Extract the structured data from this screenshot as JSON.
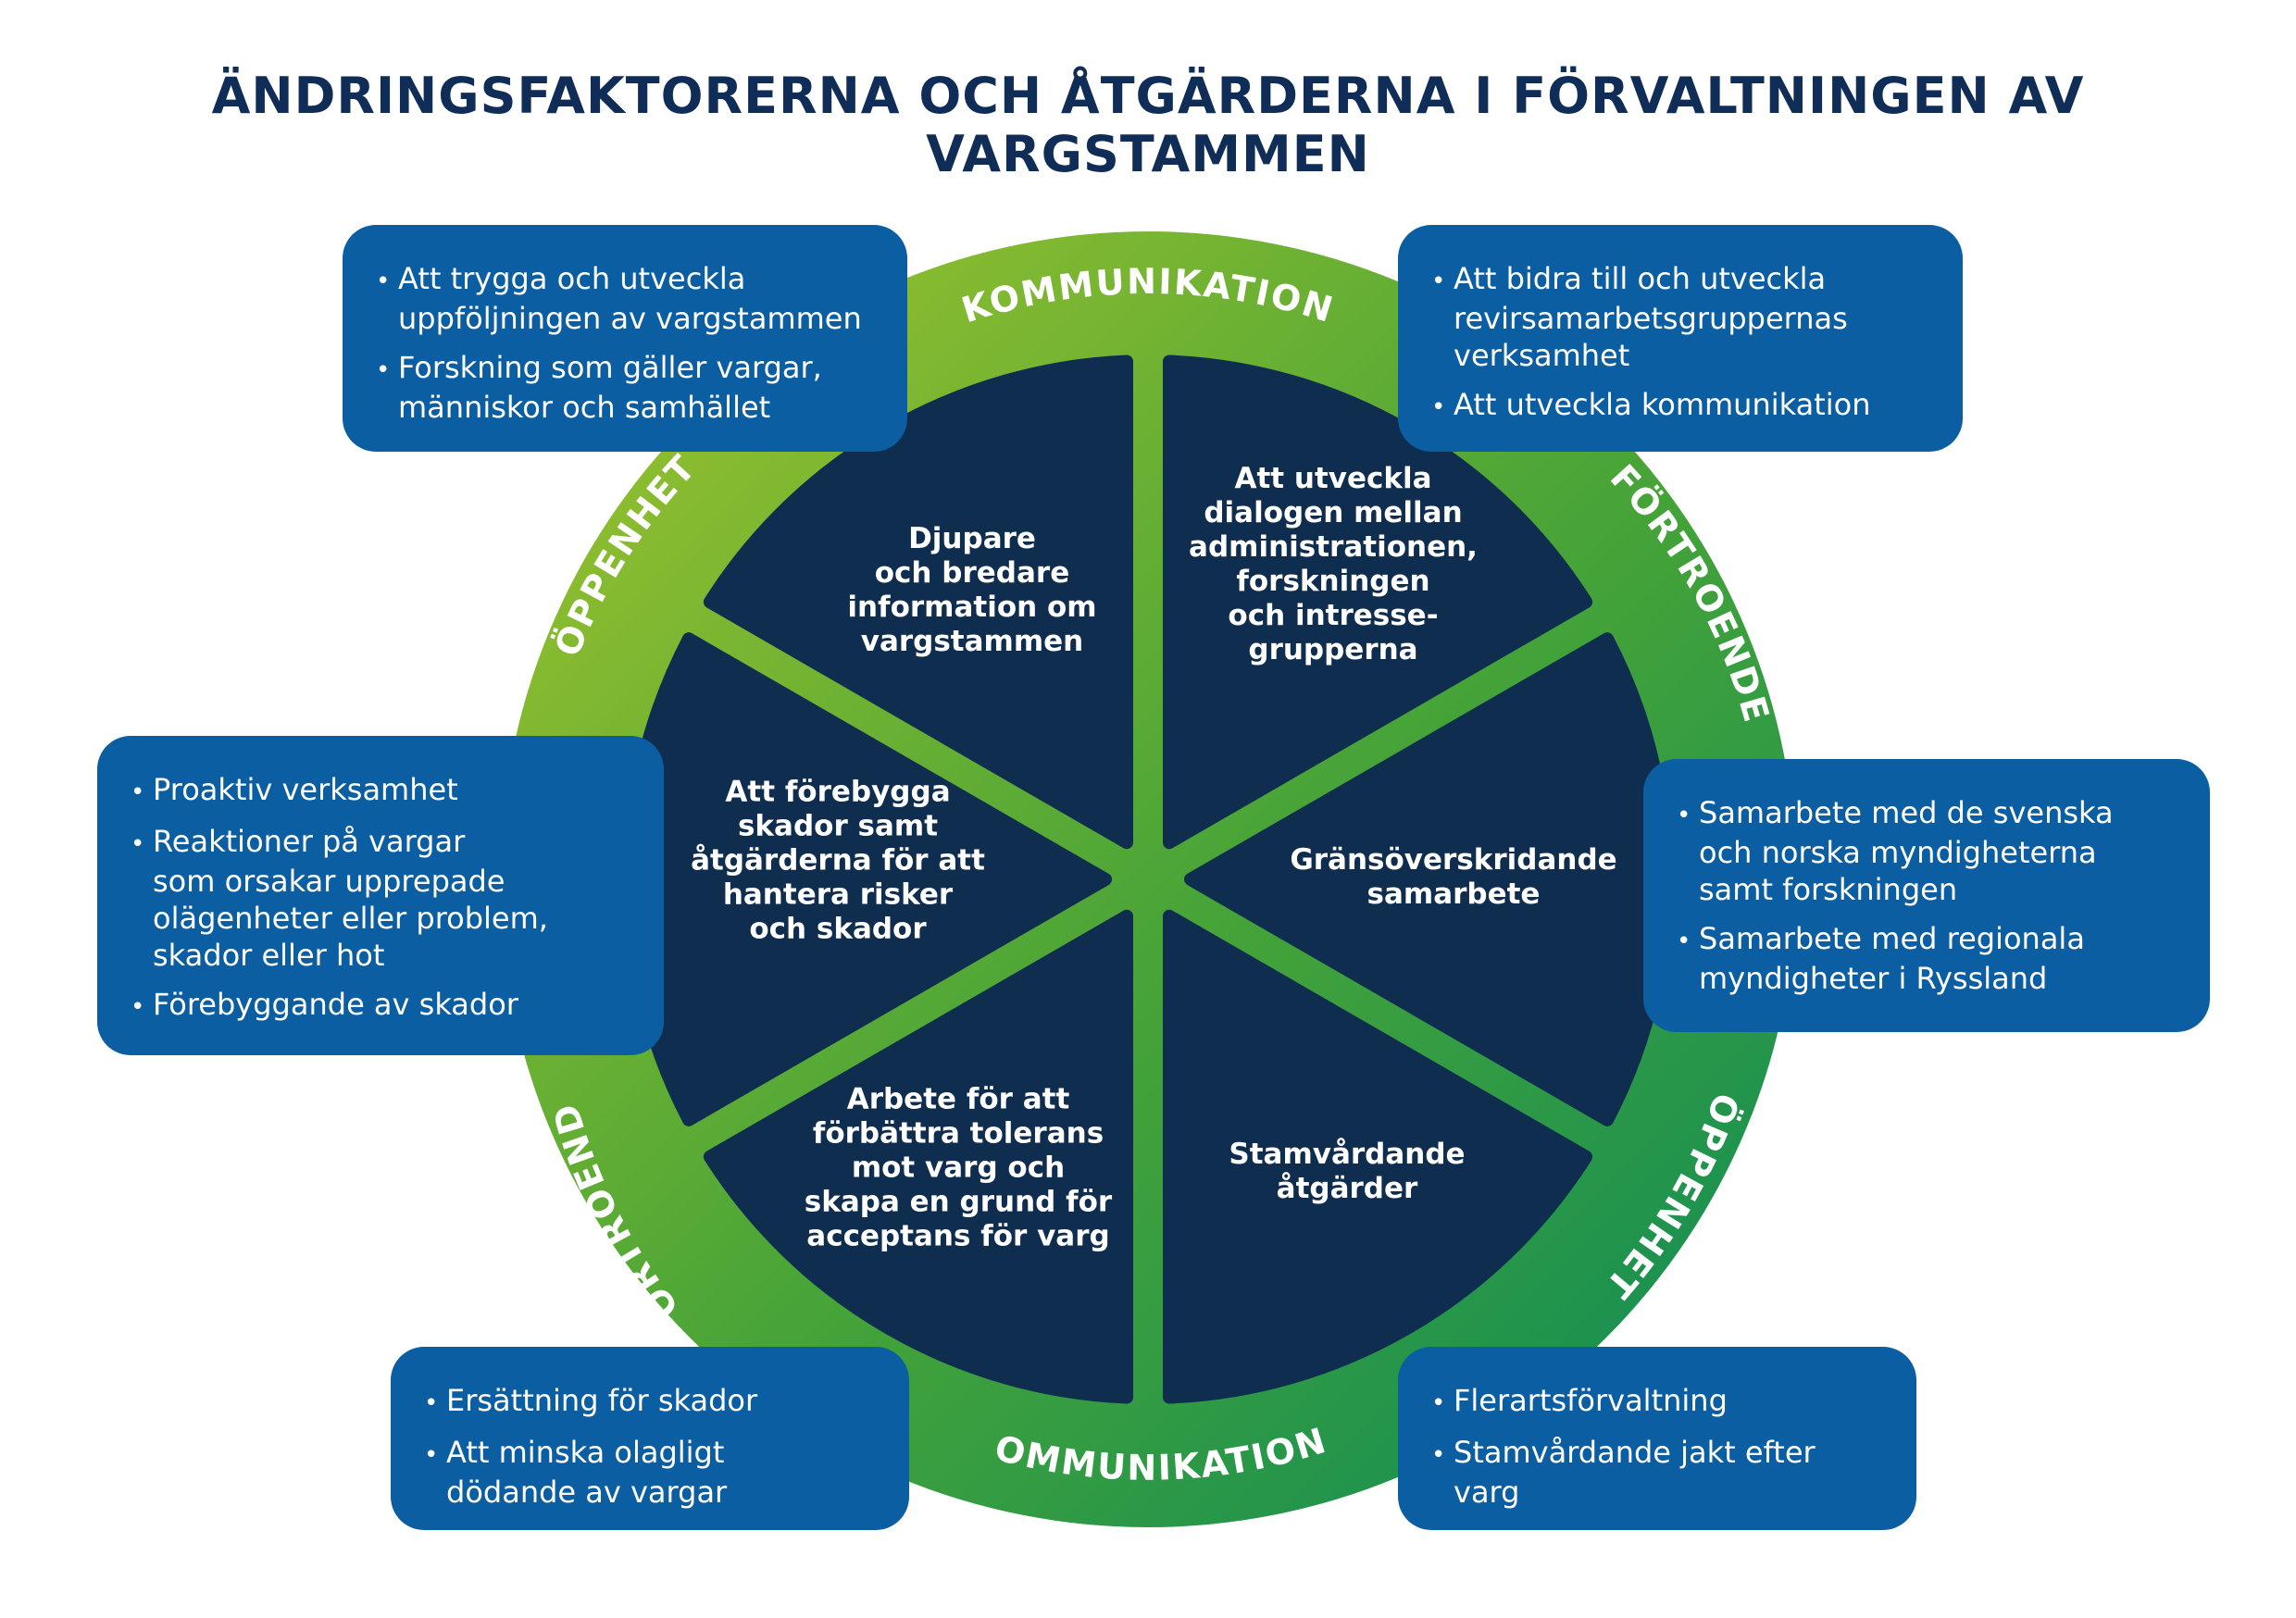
{
  "title": "ÄNDRINGSFAKTORERNA OCH ÅTGÄRDERNA I FÖRVALTNINGEN AV VARGSTAMMEN",
  "colors": {
    "title": "#0f2d56",
    "sector_fill": "#0f2d4f",
    "callout_fill": "#0b5ea2",
    "ring_light": "#a5c52c",
    "ring_mid": "#45a338",
    "ring_dark": "#0a8a5a"
  },
  "ring_labels": {
    "top": "KOMMUNIKATION",
    "right_upper": "FÖRTROENDE",
    "right_lower": "ÖPPENHET",
    "bottom": "KOMMUNIKATION",
    "left_lower": "FÖRTROENDE",
    "left_upper": "ÖPPENHET"
  },
  "sectors": [
    {
      "id": "information",
      "text": "Djupare\noch bredare\ninformation om\nvargstammen"
    },
    {
      "id": "dialog",
      "text": "Att utveckla\ndialogen mellan\nadministrationen,\nforskningen\noch intresse-\ngrupperna"
    },
    {
      "id": "border",
      "text": "Gränsöverskridande\nsamarbete"
    },
    {
      "id": "stock",
      "text": "Stamvårdande\nåtgärder"
    },
    {
      "id": "tolerance",
      "text": "Arbete för att\nförbättra tolerans\nmot varg och\nskapa en grund för\nacceptans för varg"
    },
    {
      "id": "damage",
      "text": "Att förebygga\nskador samt\nåtgärderna för att\nhantera risker\noch skador"
    }
  ],
  "callouts": {
    "top_left": [
      "Att trygga och utveckla\nuppföljningen av vargstammen",
      "Forskning som gäller vargar,\nmänniskor och samhället"
    ],
    "top_right": [
      "Att bidra till och utveckla\nrevirsamarbetsgruppernas\nverksamhet",
      "Att utveckla kommunikation"
    ],
    "left": [
      "Proaktiv verksamhet",
      "Reaktioner på vargar\nsom orsakar upprepade\nolägenheter eller problem,\nskador eller hot",
      "Förebyggande av skador"
    ],
    "right": [
      "Samarbete med de svenska\noch norska myndigheterna\nsamt forskningen",
      "Samarbete med regionala\nmyndigheter i Ryssland"
    ],
    "bottom_left": [
      "Ersättning för skador",
      "Att minska olagligt\ndödande av vargar"
    ],
    "bottom_right": [
      "Flerartsförvaltning",
      "Stamvårdande jakt efter\nvarg"
    ]
  }
}
